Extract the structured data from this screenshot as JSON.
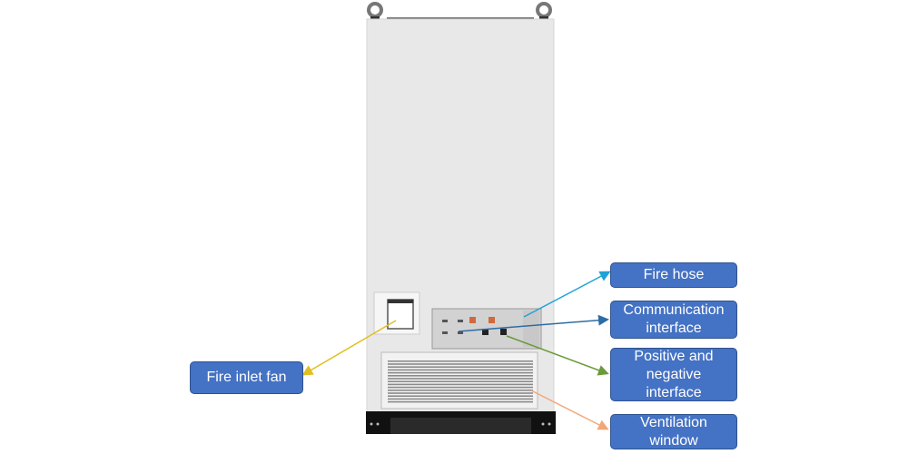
{
  "labels": {
    "fire_hose": "Fire hose",
    "communication": "Communication interface",
    "positive_negative": "Positive and negative interface",
    "ventilation": "Ventilation window",
    "fire_inlet_fan": "Fire inlet fan"
  },
  "colors": {
    "label_fill": "#4472c4",
    "fire_hose_arrow": "#1fa2d6",
    "communication_arrow": "#2e6ca4",
    "positive_negative_arrow": "#6a9a3a",
    "ventilation_arrow": "#f0a878",
    "fire_inlet_arrow": "#e0c020"
  }
}
